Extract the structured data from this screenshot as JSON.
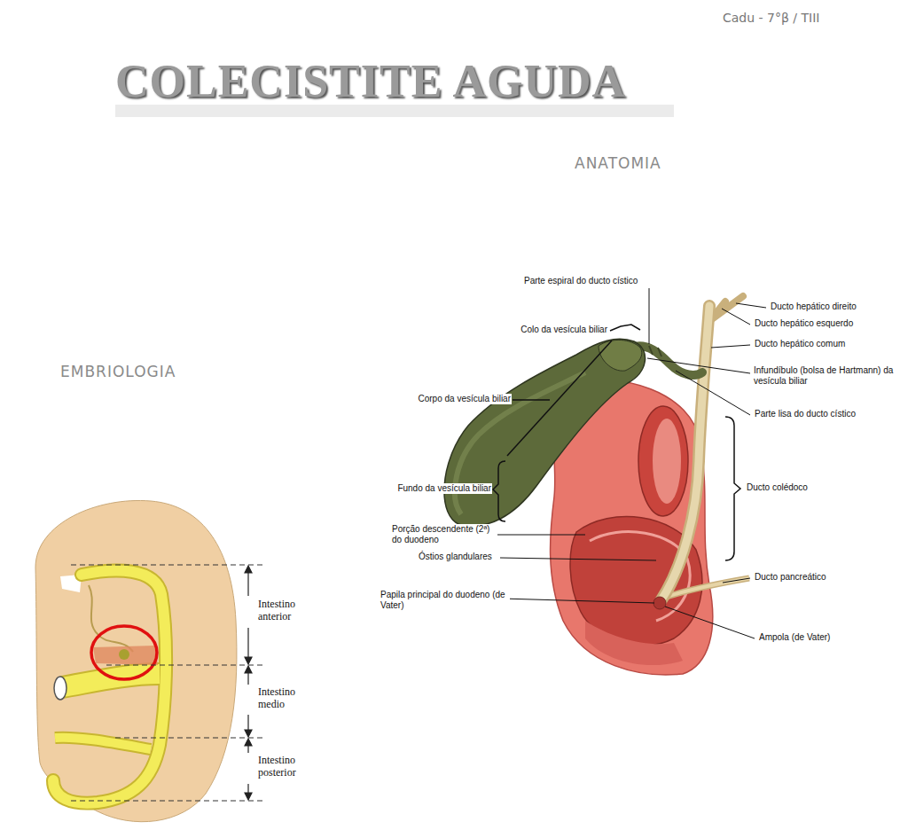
{
  "diagram": {
    "title": "COLECISTITE AGUDA",
    "labels": [
      "Cadu - 7°β / TIII",
      "ANATOMIA",
      "EMBRIOLOGIA",
      "Parte espiral do ducto cístico",
      "Colo da vesícula biliar",
      "Corpo da vesícula biliar",
      "Fundo da vesícula biliar",
      "Porção descendente (2ª) do duodeno",
      "Óstios glandulares",
      "Papila principal do duodeno (de Vater)",
      "Ducto hepático direito",
      "Ducto hepático esquerdo",
      "Ducto hepático comum",
      "Infundíbulo (bolsa de Hartmann) da vesícula biliar",
      "Parte lisa do ducto cístico",
      "Ducto colédoco",
      "Ducto pancreático",
      "Ampola (de Vater)",
      "Intestino anterior",
      "Intestino medio",
      "Intestino posterior"
    ]
  }
}
